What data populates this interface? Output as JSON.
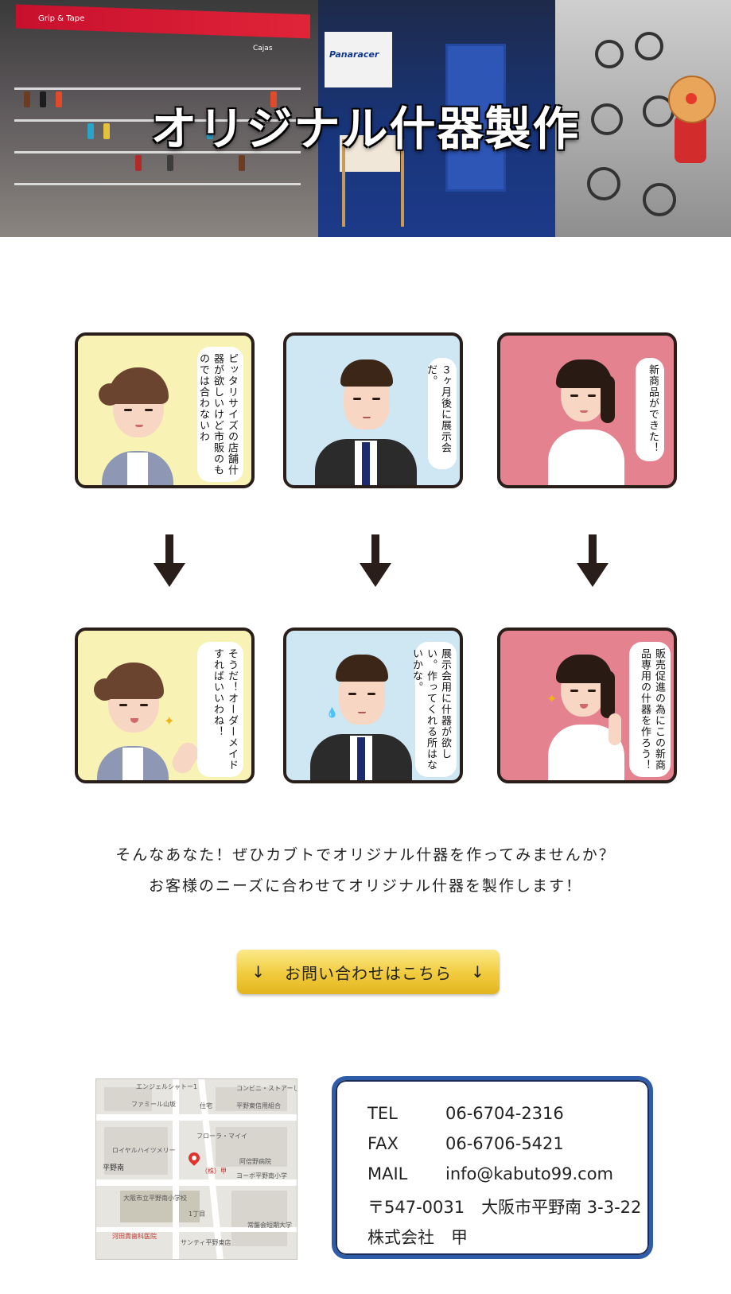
{
  "hero": {
    "title": "オリジナル什器製作",
    "banner_left": "Grip & Tape",
    "banner_right": "Cajas",
    "booth_sign": "Panaracer"
  },
  "comics": {
    "top": [
      {
        "bubble": "ピッタリサイズの店舗什器が欲しいけど市販のものでは合わないわ",
        "theme": "#f8f3b4"
      },
      {
        "bubble": "３ヶ月後に展示会だ。",
        "theme": "#cfe6f3"
      },
      {
        "bubble": "新商品ができた！",
        "theme": "#e4828f"
      }
    ],
    "bottom": [
      {
        "bubble": "そうだ！オーダーメイドすればいいわね！",
        "theme": "#f8f3b4"
      },
      {
        "bubble": "展示会用に什器が欲しい。作ってくれる所はないかな。",
        "theme": "#cfe6f3"
      },
      {
        "bubble": "販売促進の為にこの新商品専用の什器を作ろう！",
        "theme": "#e4828f"
      }
    ]
  },
  "lead": {
    "line1": "そんなあなた！ぜひカブトでオリジナル什器を作ってみませんか？",
    "line2": "お客様のニーズに合わせてオリジナル什器を製作します！"
  },
  "cta": {
    "arrow": "↓",
    "label": "お問い合わせはこちら"
  },
  "map": {
    "labels": [
      "エンジェルシャトー1",
      "コンビニ・ストアーしま",
      "ファミール山坂",
      "住宅",
      "平野東信用組合",
      "フローラ・マイイ",
      "ロイヤルハイツメリー",
      "平野南",
      "大阪市立平野南小学校",
      "（株）甲",
      "1丁目",
      "阿倍野病院",
      "ヨーボ平野南小学",
      "河田貴歯科医院",
      "サンティ平野東店",
      "常盤会短期大学"
    ]
  },
  "contact": {
    "tel_label": "TEL",
    "tel": "06-6704-2316",
    "fax_label": "FAX",
    "fax": "06-6706-5421",
    "mail_label": "MAIL",
    "mail": "info@kabuto99.com",
    "address": "〒547-0031　大阪市平野南 3-3-22",
    "company": "株式会社　甲"
  },
  "colors": {
    "accent": "#2f5ca8",
    "cta": "#f1cb3d",
    "card_border": "#2a1e1a"
  }
}
